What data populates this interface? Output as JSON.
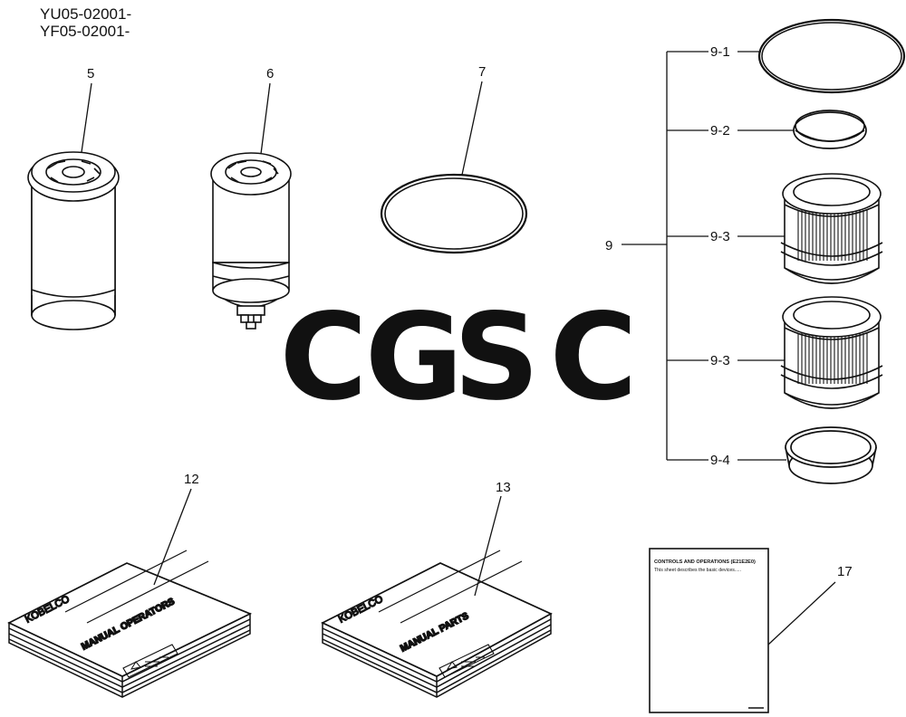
{
  "serial_numbers": [
    "YU05-02001-",
    "YF05-02001-"
  ],
  "callouts": {
    "oil_filter": "5",
    "fuel_filter": "6",
    "o_ring": "7",
    "element_kit": "9",
    "kit_o_ring": "9-1",
    "kit_ring": "9-2",
    "kit_element_a": "9-3",
    "kit_element_b": "9-3",
    "kit_seal": "9-4",
    "operators_manual": "12",
    "parts_manual": "13",
    "instruction_sheet": "17"
  },
  "operators_manual": {
    "brand": "KOBELCO",
    "title": "MANUAL OPERATORS"
  },
  "parts_manual": {
    "brand": "KOBELCO",
    "title": "MANUAL PARTS"
  },
  "instruction_sheet": {
    "heading": "CONTROLS AND OPERATIONS (E21E2E0)",
    "body": "This sheet describes the basic devices....."
  },
  "watermark": {
    "letters": [
      "C",
      "G",
      "S",
      "C"
    ],
    "colors": [
      "#7fa9f2",
      "#f08c86",
      "#f8d66f",
      "#7cc3a0"
    ]
  },
  "colors": {
    "ink": "#111111",
    "background": "#ffffff"
  }
}
